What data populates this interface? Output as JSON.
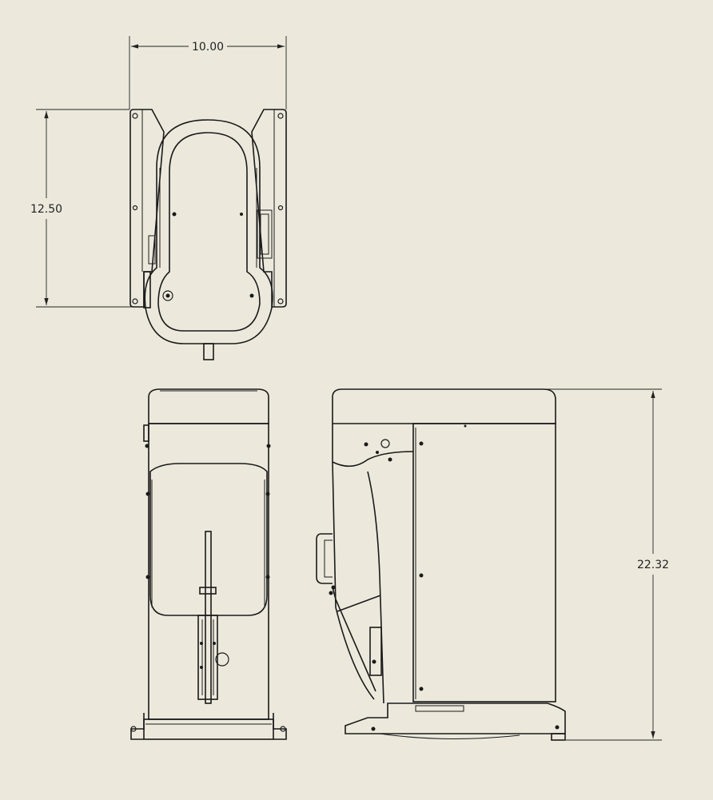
{
  "drawing": {
    "views": [
      "top-view",
      "front-view",
      "side-view"
    ],
    "line_color": "#1a1a1a",
    "background_color": "#ECE9DC",
    "dimensions": {
      "width": "10.00",
      "depth": "12.50",
      "height": "22.32"
    }
  }
}
